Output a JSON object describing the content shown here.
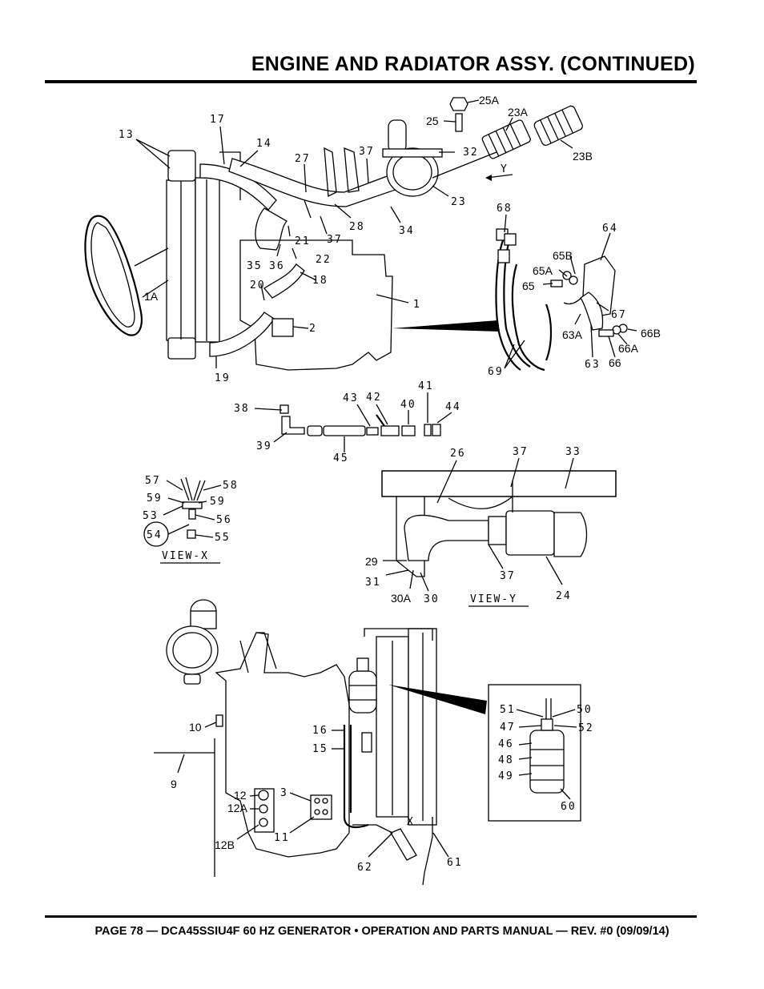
{
  "header": {
    "title": "ENGINE AND RADIATOR ASSY. (CONTINUED)"
  },
  "footer": {
    "text": "PAGE 78 — DCA45SSIU4F 60 HZ GENERATOR • OPERATION AND PARTS MANUAL — REV. #0 (09/09/14)"
  },
  "callouts": {
    "c13": "13",
    "c17": "17",
    "c14": "14",
    "c27": "27",
    "c37a": "37",
    "c32": "32",
    "c25A": "25A",
    "c25": "25",
    "c23A": "23A",
    "c23B": "23B",
    "c23": "23",
    "cY": "Y",
    "c34": "34",
    "c28": "28",
    "c21": "21",
    "c37b": "37",
    "c35": "35",
    "c36": "36",
    "c22": "22",
    "c18": "18",
    "c20": "20",
    "c1A": "1A",
    "c1": "1",
    "c2": "2",
    "c19": "19",
    "c68": "68",
    "c64": "64",
    "c65B": "65B",
    "c65A": "65A",
    "c65": "65",
    "c67": "67",
    "c63A": "63A",
    "c66B": "66B",
    "c66A": "66A",
    "c66": "66",
    "c63": "63",
    "c69": "69",
    "c38": "38",
    "c43": "43",
    "c42": "42",
    "c41": "41",
    "c40": "40",
    "c44": "44",
    "c39": "39",
    "c45": "45",
    "c57": "57",
    "c58": "58",
    "c59a": "59",
    "c59b": "59",
    "c53": "53",
    "c56": "56",
    "c54": "54",
    "c55": "55",
    "viewX": "VIEW-X",
    "c26": "26",
    "c37c": "37",
    "c33": "33",
    "c29": "29",
    "c31": "31",
    "c30A": "30A",
    "c30": "30",
    "c37d": "37",
    "viewY": "VIEW-Y",
    "c24": "24",
    "c10": "10",
    "c9": "9",
    "c16": "16",
    "c15": "15",
    "c3": "3",
    "c12": "12",
    "c12A": "12A",
    "c11": "11",
    "c12B": "12B",
    "c62": "62",
    "c61": "61",
    "cX": "X",
    "c51": "51",
    "c50": "50",
    "c47": "47",
    "c52": "52",
    "c46": "46",
    "c48": "48",
    "c49": "49",
    "c60": "60"
  }
}
